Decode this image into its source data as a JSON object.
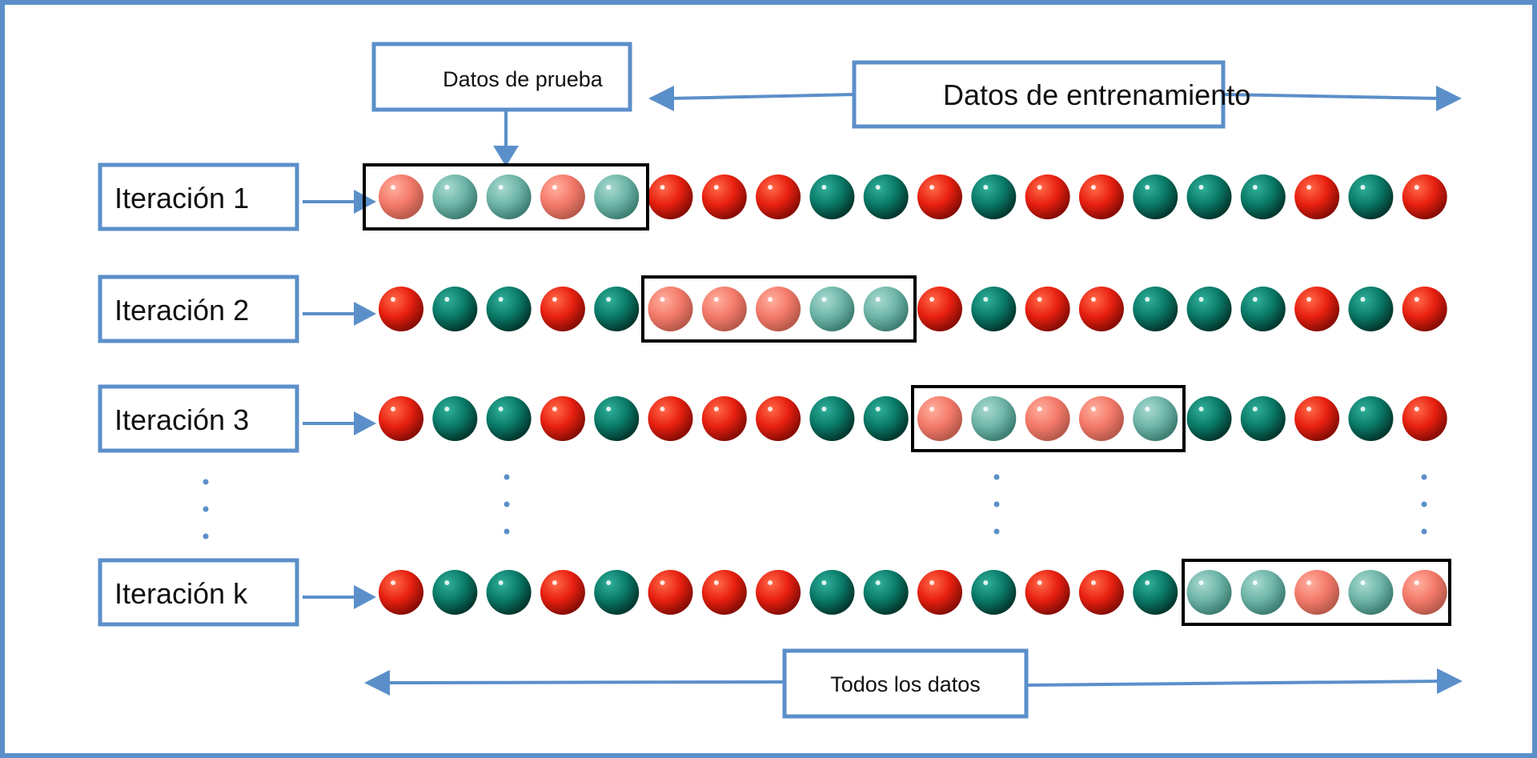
{
  "labels": {
    "test_data": "Datos de prueba",
    "training_data": "Datos de entrenamiento",
    "all_data": "Todos los datos"
  },
  "iterations": [
    {
      "label": "Iteración 1",
      "balls": [
        "red",
        "teal",
        "teal",
        "red",
        "teal",
        "red",
        "red",
        "red",
        "teal",
        "teal",
        "red",
        "teal",
        "red",
        "red",
        "teal",
        "teal",
        "teal",
        "red",
        "teal",
        "red"
      ],
      "test_fold_index": 0
    },
    {
      "label": "Iteración 2",
      "balls": [
        "red",
        "teal",
        "teal",
        "red",
        "teal",
        "red",
        "red",
        "red",
        "teal",
        "teal",
        "red",
        "teal",
        "red",
        "red",
        "teal",
        "teal",
        "teal",
        "red",
        "teal",
        "red"
      ],
      "test_fold_index": 1
    },
    {
      "label": "Iteración 3",
      "balls": [
        "red",
        "teal",
        "teal",
        "red",
        "teal",
        "red",
        "red",
        "red",
        "teal",
        "teal",
        "red",
        "teal",
        "red",
        "red",
        "teal",
        "teal",
        "teal",
        "red",
        "teal",
        "red"
      ],
      "test_fold_index": 2
    },
    {
      "label": "Iteración k",
      "balls": [
        "red",
        "teal",
        "teal",
        "red",
        "teal",
        "red",
        "red",
        "red",
        "teal",
        "teal",
        "red",
        "teal",
        "red",
        "red",
        "teal",
        "teal",
        "teal",
        "red",
        "teal",
        "red"
      ],
      "test_fold_index": 3
    }
  ],
  "fold_size": 5,
  "colors": {
    "frame": "#5b8fc9",
    "red_ball": "#e82010",
    "teal_ball": "#0a7a68",
    "red_ball_faded": "#f47a6a",
    "teal_ball_faded": "#6fb5a8",
    "fold_border": "#000000"
  }
}
